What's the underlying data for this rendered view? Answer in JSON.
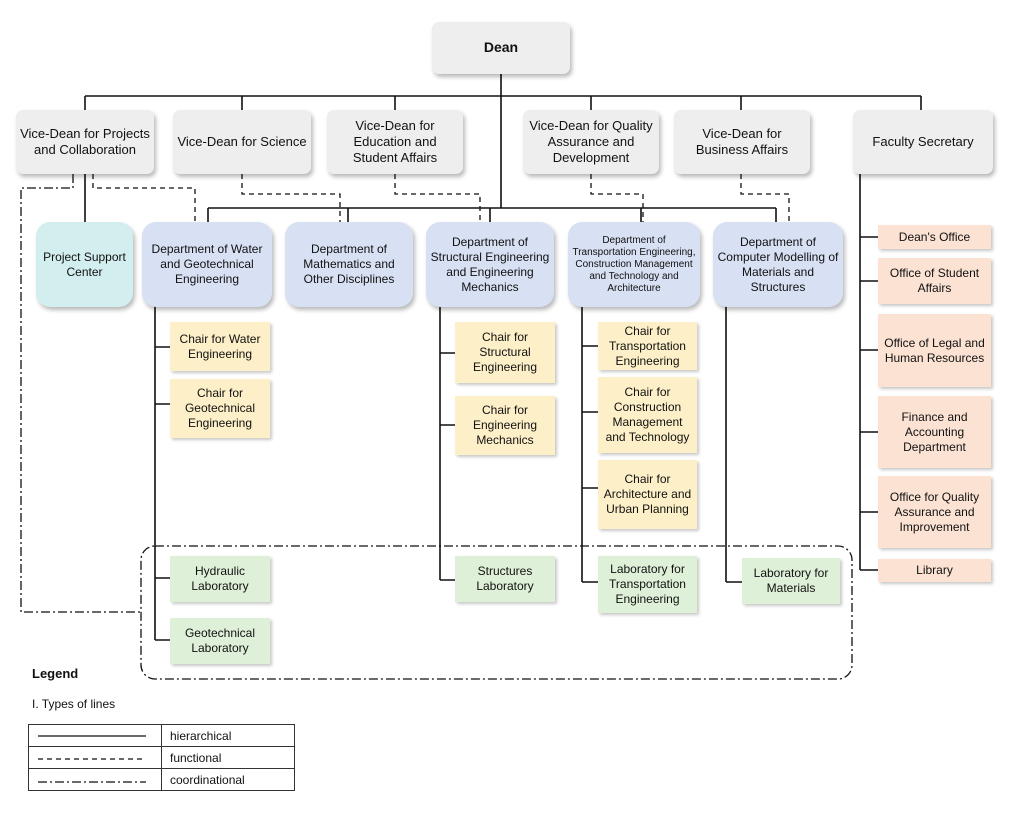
{
  "dean": "Dean",
  "vice_deans": {
    "projects": "Vice-Dean for Projects and Collaboration",
    "science": "Vice-Dean for Science",
    "education": "Vice-Dean for Education and Student Affairs",
    "quality": "Vice-Dean for Quality Assurance and Development",
    "business": "Vice-Dean for Business Affairs",
    "secretary": "Faculty Secretary"
  },
  "project_support": "Project Support Center",
  "departments": {
    "water": "Department of Water and Geotechnical Engineering",
    "math": "Department of Mathematics and Other Disciplines",
    "structural": "Department of Structural Engineering and Engineering Mechanics",
    "transport": "Department of Transportation Engineering, Construction Management and Technology and Architecture",
    "modelling": "Department of Computer Modelling of Materials and Structures"
  },
  "chairs": {
    "water": "Chair for Water Engineering",
    "geotech": "Chair for Geotechnical Engineering",
    "structural": "Chair for Structural Engineering",
    "mechanics": "Chair for Engineering Mechanics",
    "transport": "Chair for Transportation Engineering",
    "construction": "Chair for Construction Management and Technology",
    "architecture": "Chair for Architecture and Urban Planning"
  },
  "labs": {
    "hydraulic": "Hydraulic Laboratory",
    "geotech": "Geotechnical Laboratory",
    "structures": "Structures Laboratory",
    "transport": "Laboratory for Transportation Engineering",
    "materials": "Laboratory for Materials"
  },
  "offices": {
    "deans_office": "Dean's Office",
    "student_affairs": "Office of Student Affairs",
    "legal_hr": "Office of Legal and Human Resources",
    "finance": "Finance and Accounting Department",
    "quality": "Office for Quality Assurance and Improvement",
    "library": "Library"
  },
  "legend": {
    "title": "Legend",
    "subtitle": "I. Types of lines",
    "hierarchical": "hierarchical",
    "functional": "functional",
    "coordinational": "coordinational"
  }
}
